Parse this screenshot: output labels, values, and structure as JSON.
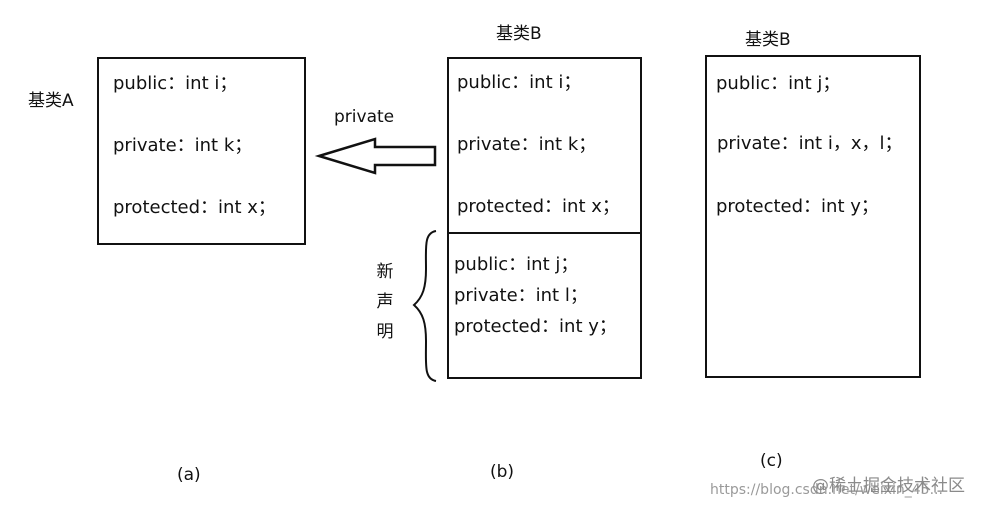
{
  "panel_a": {
    "title": "基类A",
    "lines": [
      "public：int i；",
      "private：int k；",
      "protected：int x；"
    ],
    "caption": "(a)"
  },
  "arrow": {
    "label": "private"
  },
  "panel_b": {
    "title": "基类B",
    "inherited": [
      "public：int i；",
      "private：int k；",
      "protected：int x；"
    ],
    "new_label_chars": [
      "新",
      "声",
      "明"
    ],
    "new": [
      "public：int j；",
      "private：int l；",
      "protected：int y；"
    ],
    "caption": "(b)"
  },
  "panel_c": {
    "title": "基类B",
    "lines": [
      "public：int j；",
      "private：int i，x，l；",
      "protected：int  y；"
    ],
    "caption": "(c)"
  },
  "watermark": {
    "url": "https://blog.csdn.net/weixin_45...",
    "brand": "@稀土掘金技术社区"
  }
}
